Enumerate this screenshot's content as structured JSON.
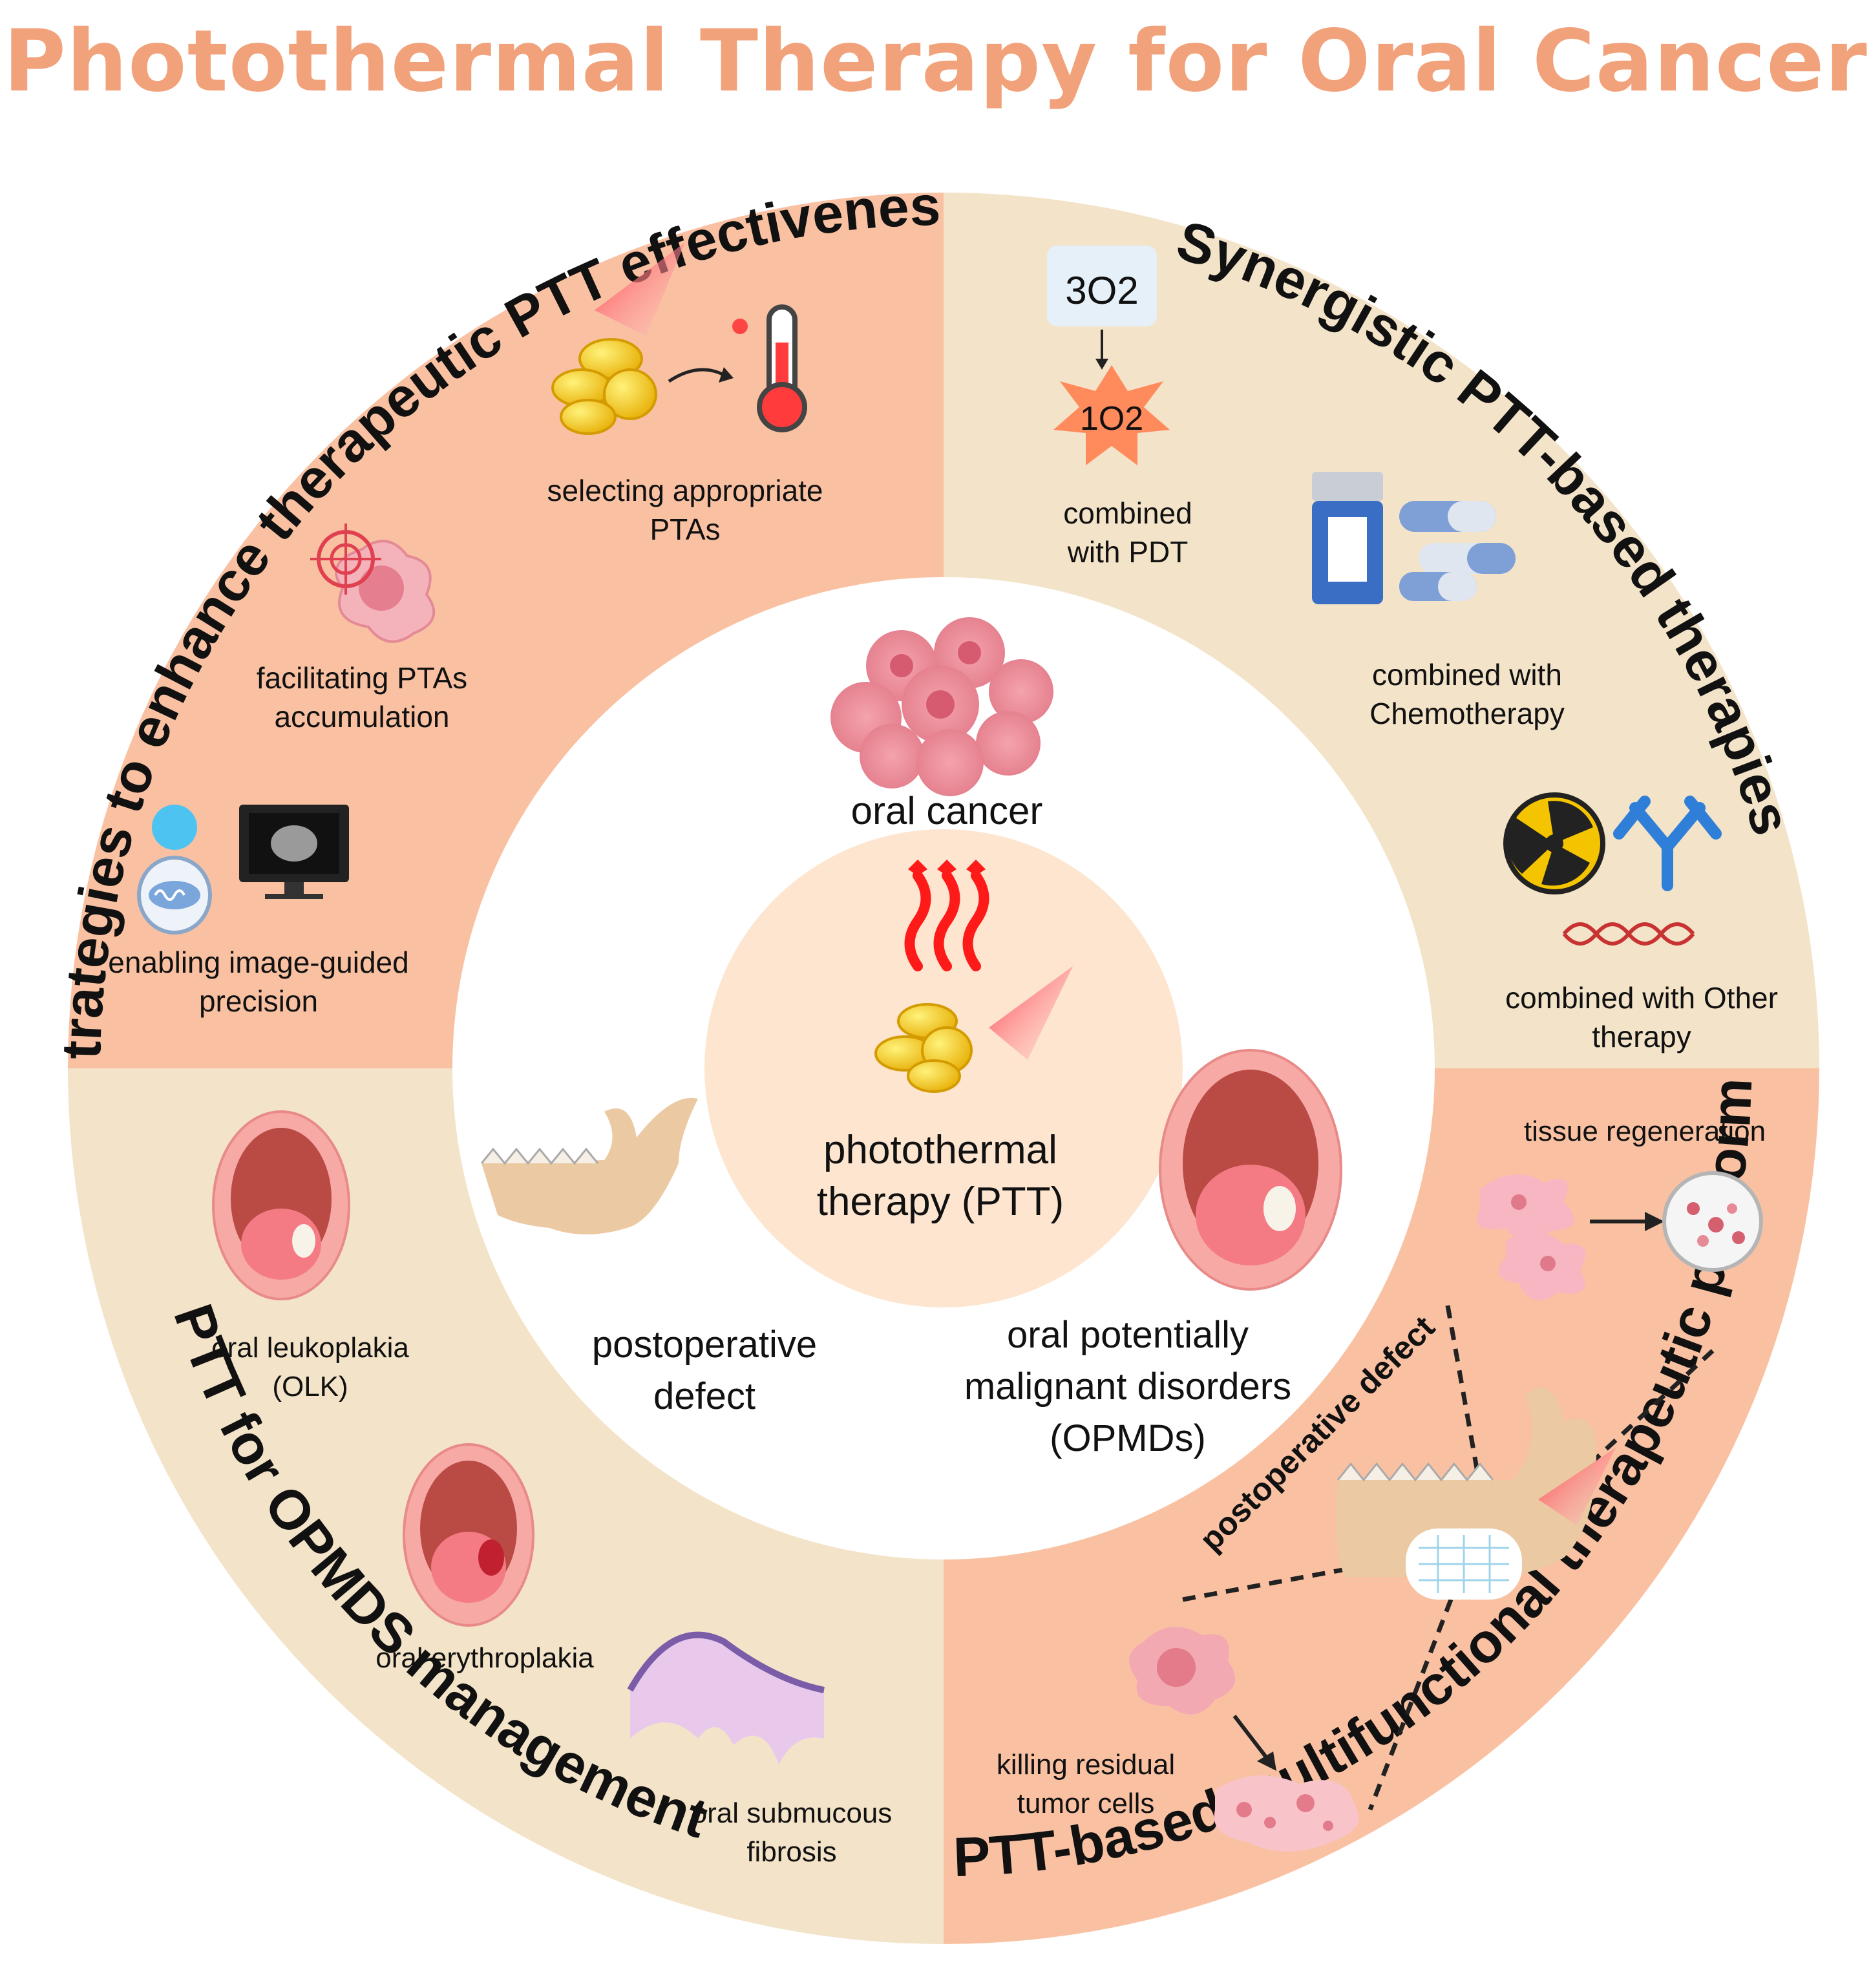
{
  "title": "Photothermal Therapy for Oral Cancer",
  "center": {
    "core_label_line1": "photothermal",
    "core_label_line2": "therapy (PTT)",
    "oral_cancer": "oral cancer",
    "postop_line1": "postoperative",
    "postop_line2": "defect",
    "opmd_line1": "oral potentially",
    "opmd_line2": "malignant disorders",
    "opmd_line3": "(OPMDs)"
  },
  "quadrants": {
    "top_left": {
      "arc_title": "Strategies to enhance therapeutic PTT effectiveness",
      "items": [
        {
          "line1": "selecting appropriate",
          "line2": "PTAs"
        },
        {
          "line1": "facilitating PTAs",
          "line2": "accumulation"
        },
        {
          "line1": "enabling image-guided",
          "line2": "precision"
        }
      ]
    },
    "top_right": {
      "arc_title": "Synergistic PTT-based therapies",
      "oxygen_triplet": "3O2",
      "oxygen_singlet": "1O2",
      "items": [
        {
          "line1": "combined",
          "line2": "with PDT"
        },
        {
          "line1": "combined with",
          "line2": "Chemotherapy"
        },
        {
          "line1": "combined with Other",
          "line2": "therapy"
        }
      ]
    },
    "bottom_left": {
      "arc_title": "PTT for OPMDS management",
      "items": [
        {
          "line1": "oral leukoplakia",
          "line2": "(OLK)"
        },
        {
          "line1": "oral erythroplakia",
          "line2": ""
        },
        {
          "line1": "oral submucous",
          "line2": "fibrosis"
        }
      ]
    },
    "bottom_right": {
      "arc_title": "PTT-based multifunctional therapeutic platform",
      "defect_label": "postoperative defect",
      "items": [
        {
          "line1": "tissue regeneration",
          "line2": ""
        },
        {
          "line1": "killing residual",
          "line2": "tumor cells"
        }
      ]
    }
  },
  "colors": {
    "salmon": "#f9c1a2",
    "beige": "#f3e3c8",
    "core": "#fde5cf",
    "title": "#f2a27b"
  },
  "icons": [
    "laser-beam-icon",
    "nanoparticle-icon",
    "thermometer-icon",
    "target-cell-icon",
    "mitochondria-icon",
    "monitor-icon",
    "star-burst-icon",
    "pill-bottle-icon",
    "capsule-icon",
    "radiation-icon",
    "antibody-icon",
    "dna-icon",
    "heat-waves-icon",
    "open-mouth-icon",
    "jaw-bone-icon",
    "tumor-cluster-icon",
    "petri-dish-icon",
    "scaffold-icon",
    "histology-icon"
  ]
}
